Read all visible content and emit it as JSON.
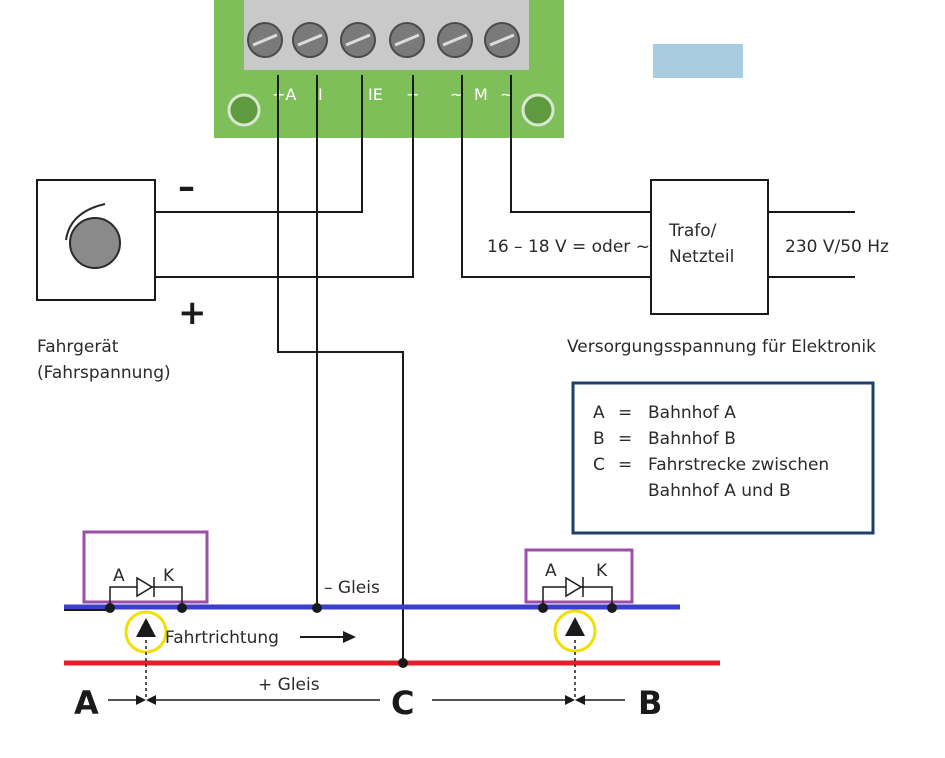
{
  "terminal_block": {
    "labels": [
      "+A",
      "I",
      "IE",
      "+",
      "~",
      "M",
      "~"
    ]
  },
  "fahrgeraet": {
    "name": "Fahrgerät",
    "sub": "(Fahrspannung)",
    "minus": "–",
    "plus": "+"
  },
  "trafo": {
    "line1": "Trafo/",
    "line2": "Netzteil",
    "input_voltage": "16 – 18 V = oder ~",
    "mains": "230 V/50 Hz",
    "caption": "Versorgungsspannung für Elektronik"
  },
  "legend": {
    "rows": [
      {
        "key": "A",
        "eq": "=",
        "text": "Bahnhof A"
      },
      {
        "key": "B",
        "eq": "=",
        "text": "Bahnhof B"
      },
      {
        "key": "C",
        "eq": "=",
        "text": "Fahrstrecke zwischen"
      },
      {
        "key": "",
        "eq": "",
        "text": "Bahnhof A und B"
      }
    ]
  },
  "track": {
    "minus_label": "– Gleis",
    "plus_label": "+ Gleis",
    "direction": "Fahrtrichtung",
    "diode_anode": "A",
    "diode_cathode": "K",
    "section_a": "A",
    "section_b": "B",
    "section_c": "C"
  },
  "colors": {
    "minus_rail": "#3a3ec8",
    "plus_rail": "#e0202a",
    "diode_box": "#9b4fa8",
    "sensor_ring": "#f0e000",
    "legend_border": "#1f3f6b",
    "pcb": "#7fbf5a",
    "blue_patch": "#a8cce0"
  }
}
